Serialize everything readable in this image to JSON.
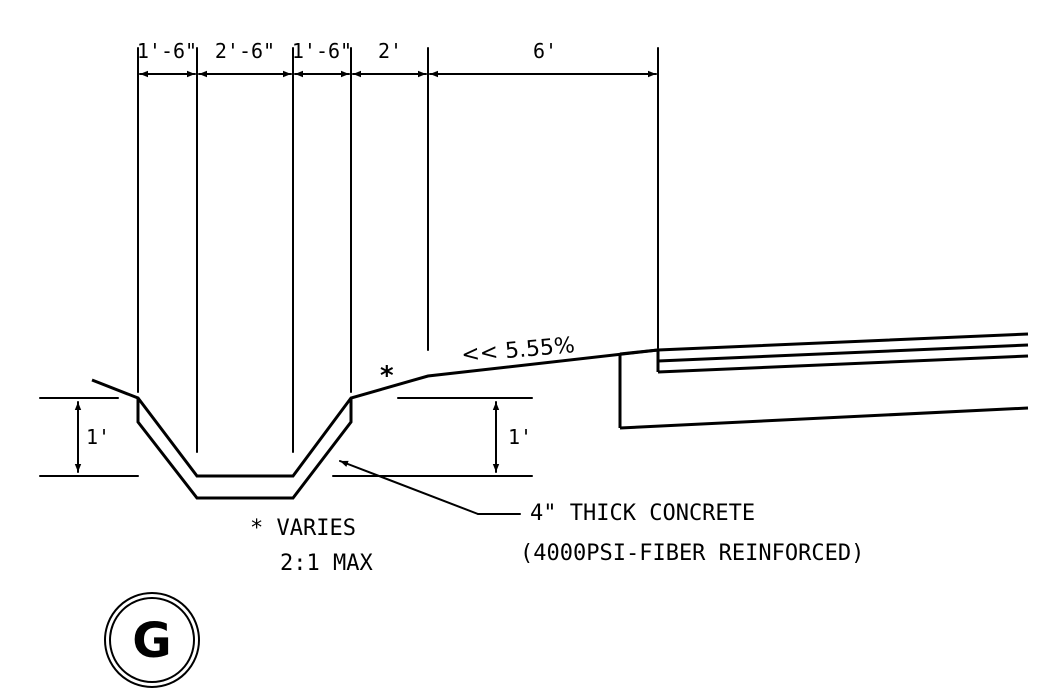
{
  "dimensions": {
    "horizontal": [
      "1'-6\"",
      "2'-6\"",
      "1'-6\"",
      "2'",
      "6'"
    ],
    "left_depth": "1'",
    "right_depth": "1'"
  },
  "slope_label": "<< 5.55%",
  "asterisk": "*",
  "note_varies": {
    "line1": "* VARIES",
    "line2": "2:1 MAX"
  },
  "callout": {
    "line1": "4\" THICK CONCRETE",
    "line2": "(4000PSI-FIBER REINFORCED)"
  },
  "detail_tag": "G"
}
